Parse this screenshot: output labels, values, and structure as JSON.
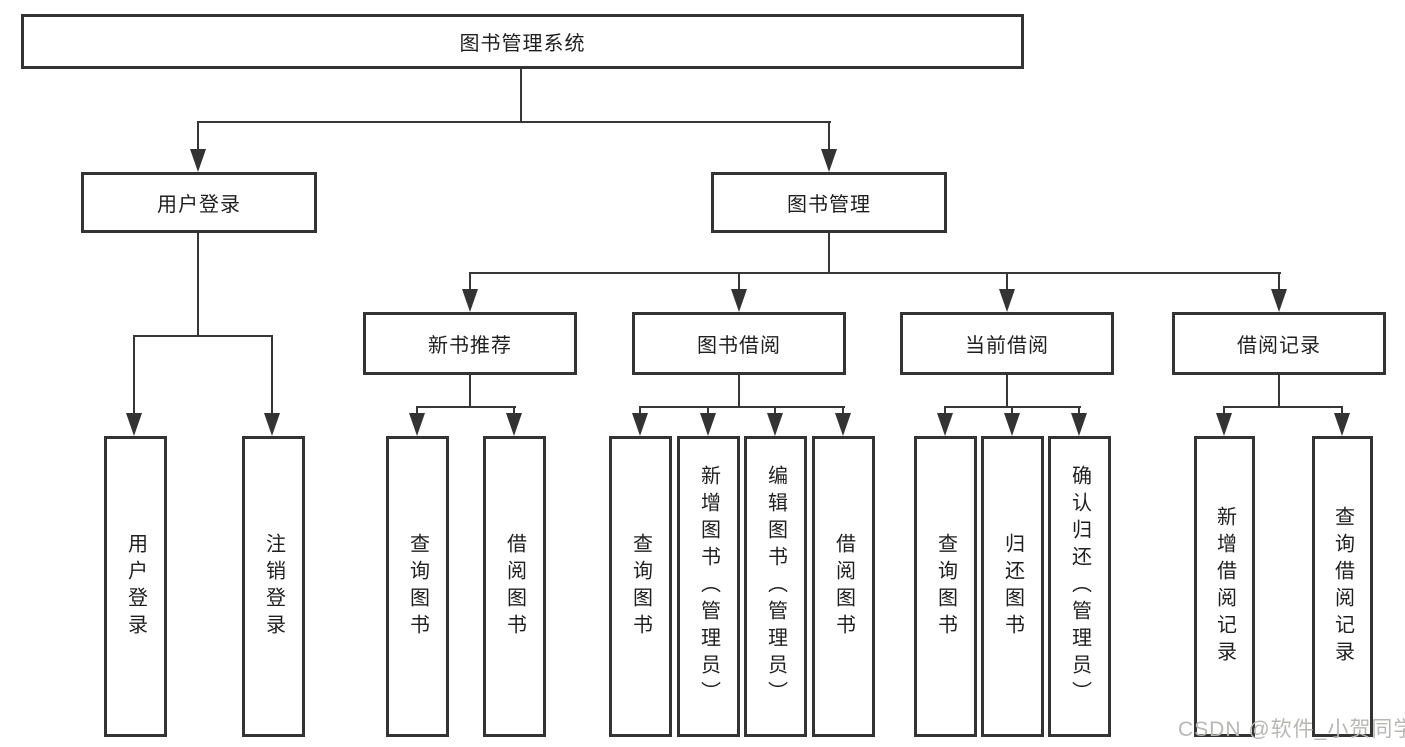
{
  "tree": {
    "label": "图书管理系统",
    "children": [
      {
        "label": "用户登录",
        "children": [
          {
            "label": "用户登录"
          },
          {
            "label": "注销登录"
          }
        ]
      },
      {
        "label": "图书管理",
        "children": [
          {
            "label": "新书推荐",
            "children": [
              {
                "label": "查询图书"
              },
              {
                "label": "借阅图书"
              }
            ]
          },
          {
            "label": "图书借阅",
            "children": [
              {
                "label": "查询图书"
              },
              {
                "label": "新增图书（管理员）"
              },
              {
                "label": "编辑图书（管理员）"
              },
              {
                "label": "借阅图书"
              }
            ]
          },
          {
            "label": "当前借阅",
            "children": [
              {
                "label": "查询图书"
              },
              {
                "label": "归还图书"
              },
              {
                "label": "确认归还（管理员）"
              }
            ]
          },
          {
            "label": "借阅记录",
            "children": [
              {
                "label": "新增借阅记录"
              },
              {
                "label": "查询借阅记录"
              }
            ]
          }
        ]
      }
    ]
  },
  "watermark": {
    "text": "CSDN @软件_小贺同学"
  },
  "colors": {
    "line": "#363636",
    "border": "#333333",
    "text": "#1f1f1f",
    "watermark": "#b9b7b4",
    "background": "#ffffff"
  }
}
